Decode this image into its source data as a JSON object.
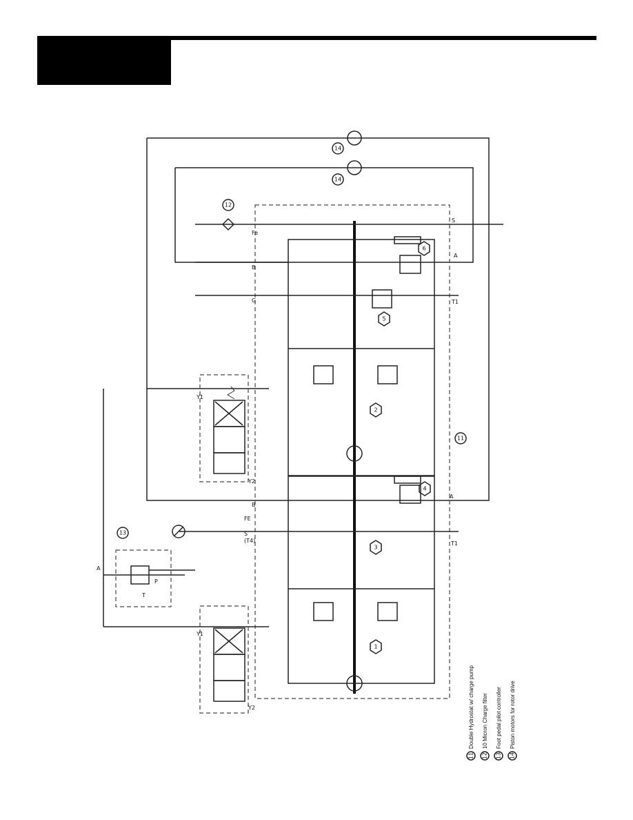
{
  "ports": {
    "A_top": "A",
    "P": "P",
    "T": "T",
    "S_mid": "S",
    "T4": "(T4)",
    "FE": "FE",
    "B_left": "B",
    "A_left": "A",
    "T1_left": "T1",
    "Y1_left": "Y1",
    "Y2_left": "Y2",
    "Y1_right": "Y1",
    "Y2_right": "Y2",
    "B_right": "B",
    "G_right": "G",
    "Fe_right": "Fe",
    "S_right": "S",
    "A_right": "A",
    "T1_right": "T1"
  },
  "component_numbers": {
    "n1": "1",
    "n2": "2",
    "n3": "3",
    "n4": "4",
    "n5": "5",
    "n6": "6",
    "n11": "11",
    "n12": "12",
    "n13": "13",
    "n14a": "14",
    "n14b": "14"
  },
  "legend": [
    {
      "num": "11",
      "text": "Double Hydrostat w/ charge pump"
    },
    {
      "num": "12",
      "text": "10 Micron Charge filter"
    },
    {
      "num": "13",
      "text": "Foot pedal pilot controller"
    },
    {
      "num": "14",
      "text": "Piston motors for rotor drive"
    }
  ]
}
